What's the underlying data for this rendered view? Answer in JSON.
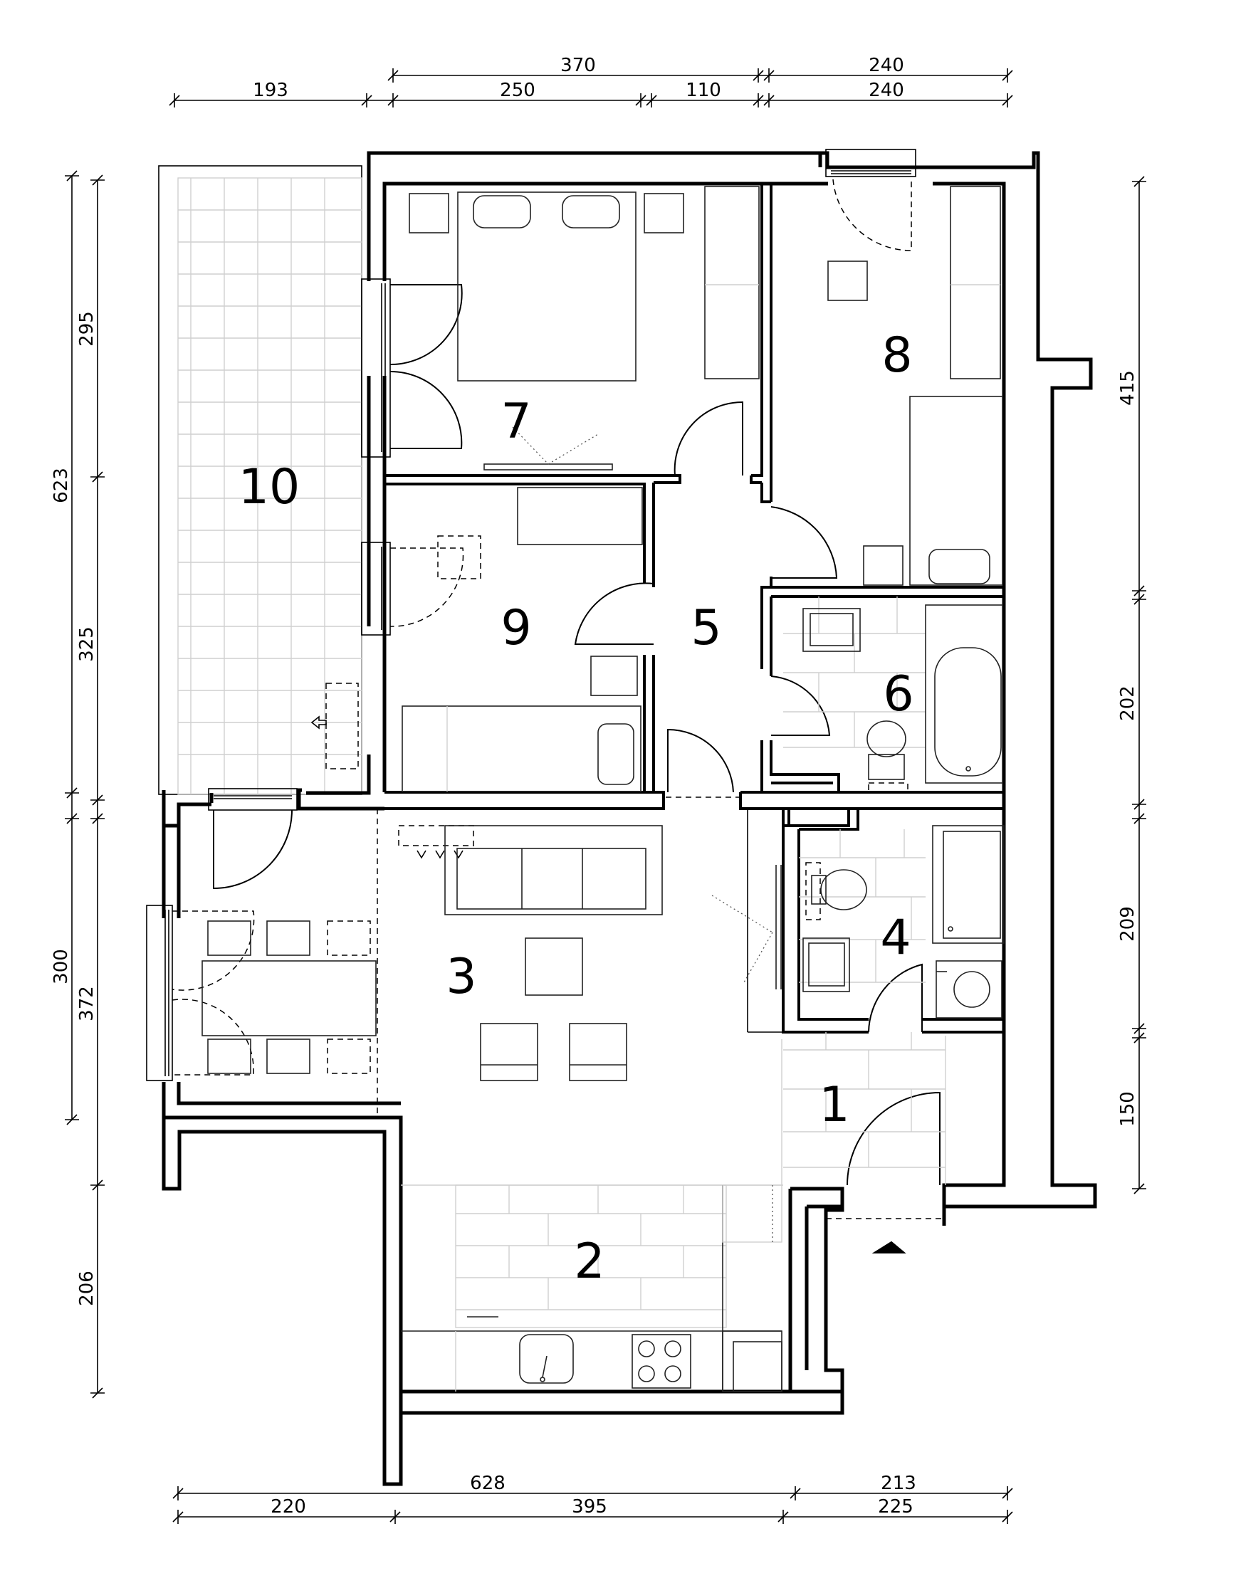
{
  "rooms": [
    {
      "id": "1",
      "label": "1"
    },
    {
      "id": "2",
      "label": "2"
    },
    {
      "id": "3",
      "label": "3"
    },
    {
      "id": "4",
      "label": "4"
    },
    {
      "id": "5",
      "label": "5"
    },
    {
      "id": "6",
      "label": "6"
    },
    {
      "id": "7",
      "label": "7"
    },
    {
      "id": "8",
      "label": "8"
    },
    {
      "id": "9",
      "label": "9"
    },
    {
      "id": "10",
      "label": "10"
    }
  ],
  "dimensions": {
    "top": [
      {
        "id": "top-370",
        "label": "370"
      },
      {
        "id": "top-240-upper",
        "label": "240"
      },
      {
        "id": "top-193",
        "label": "193"
      },
      {
        "id": "top-250",
        "label": "250"
      },
      {
        "id": "top-110",
        "label": "110"
      },
      {
        "id": "top-240-lower",
        "label": "240"
      }
    ],
    "bottom": [
      {
        "id": "bottom-628",
        "label": "628"
      },
      {
        "id": "bottom-213",
        "label": "213"
      },
      {
        "id": "bottom-220",
        "label": "220"
      },
      {
        "id": "bottom-395",
        "label": "395"
      },
      {
        "id": "bottom-225",
        "label": "225"
      }
    ],
    "left": [
      {
        "id": "left-295",
        "label": "295"
      },
      {
        "id": "left-623",
        "label": "623"
      },
      {
        "id": "left-325",
        "label": "325"
      },
      {
        "id": "left-300",
        "label": "300"
      },
      {
        "id": "left-372",
        "label": "372"
      },
      {
        "id": "left-206",
        "label": "206"
      }
    ],
    "right": [
      {
        "id": "right-415",
        "label": "415"
      },
      {
        "id": "right-202",
        "label": "202"
      },
      {
        "id": "right-209",
        "label": "209"
      },
      {
        "id": "right-150",
        "label": "150"
      }
    ]
  },
  "entrance_marker": "entrance-arrow-icon"
}
